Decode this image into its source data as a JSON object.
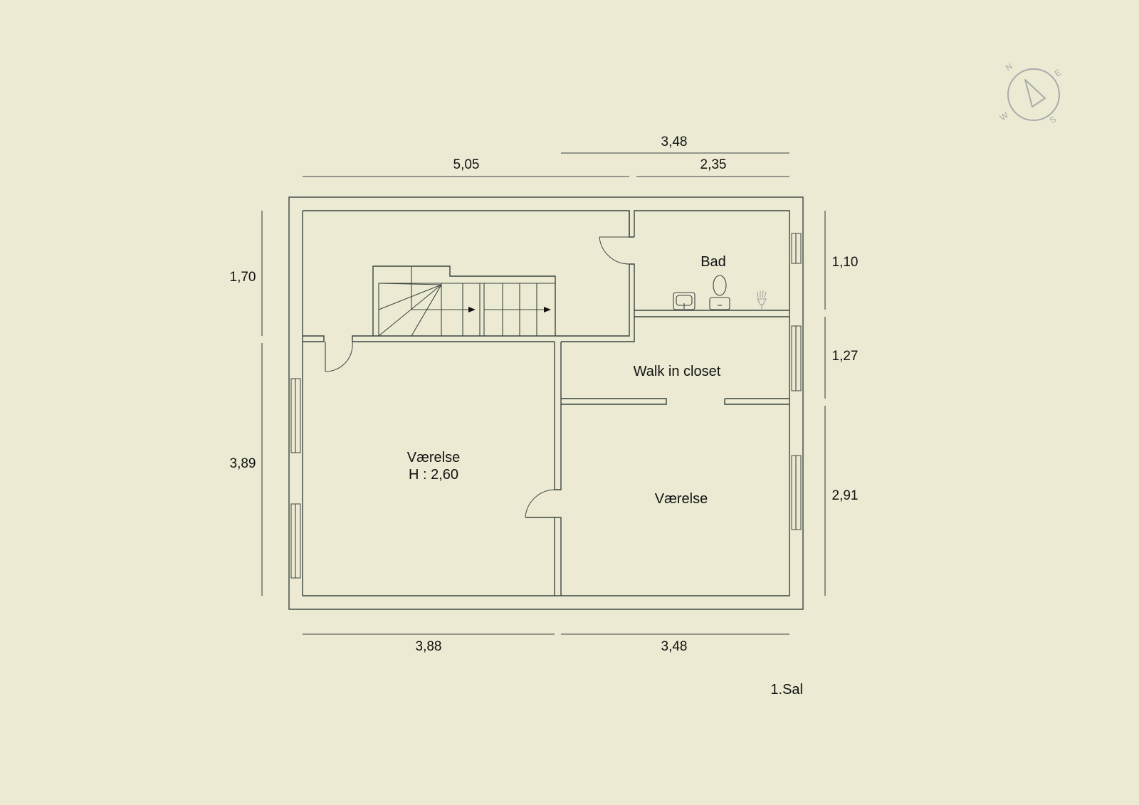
{
  "floor_label": "1.Sal",
  "rooms": {
    "bad": "Bad",
    "walk_in_closet": "Walk in closet",
    "vaerelse_left": "Værelse",
    "vaerelse_left_height": "H : 2,60",
    "vaerelse_right": "Værelse"
  },
  "dimensions": {
    "top_overall_right": "3,48",
    "top_left": "5,05",
    "top_right": "2,35",
    "left_upper": "1,70",
    "left_lower": "3,89",
    "right_upper": "1,10",
    "right_middle": "1,27",
    "right_lower": "2,91",
    "bottom_left": "3,88",
    "bottom_right": "3,48"
  },
  "compass": {
    "n": "N",
    "e": "E",
    "s": "S",
    "w": "W"
  },
  "colors": {
    "background": "#ecead3",
    "lines": "#3b4540",
    "compass": "#a9acac"
  }
}
